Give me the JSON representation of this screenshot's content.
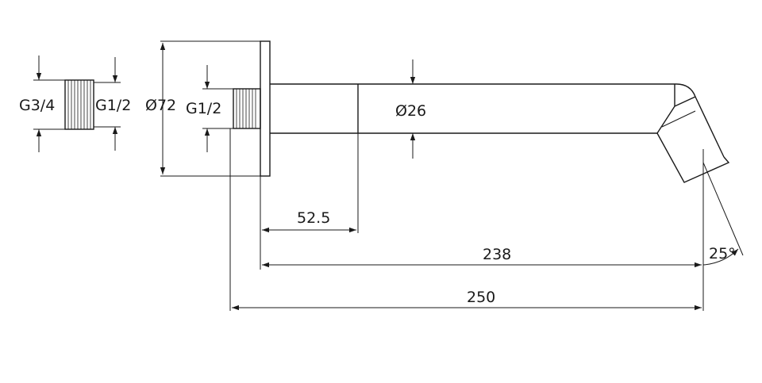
{
  "drawing": {
    "labels": {
      "adapter_outer_thread": "G3/4",
      "adapter_inner_thread": "G1/2",
      "flange_diameter": "Ø72",
      "arm_thread": "G1/2",
      "arm_diameter": "Ø26",
      "flange_to_joint": "52.5",
      "flange_to_outlet": "238",
      "overall_length": "250",
      "outlet_angle": "25°"
    },
    "dimensions": {
      "flange_diameter_mm": 72,
      "arm_diameter_mm": 26,
      "flange_to_joint_mm": 52.5,
      "flange_to_outlet_mm": 238,
      "overall_length_mm": 250,
      "outlet_angle_deg": 25
    }
  }
}
